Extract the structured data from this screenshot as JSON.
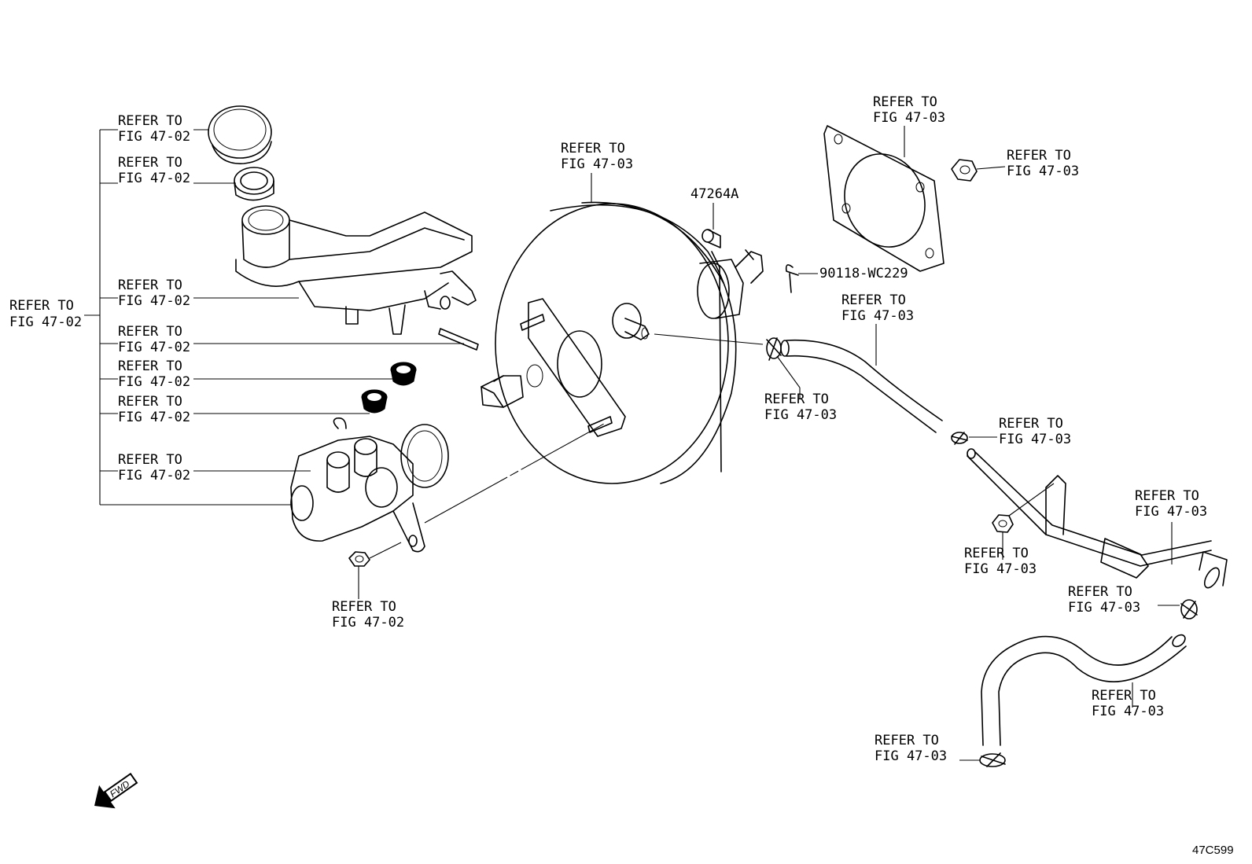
{
  "diagram_code": "47C599",
  "fwd_label": "FWD",
  "refer_line": "REFER TO",
  "labels": {
    "cap": "FIG 47-02",
    "strainer": "FIG 47-02",
    "reservoir": "FIG 47-02",
    "pin": "FIG 47-02",
    "grommet_1": "FIG 47-02",
    "grommet_2": "FIG 47-02",
    "master_cylinder": "FIG 47-02",
    "bracket_group": "FIG 47-02",
    "nut_mc": "FIG 47-02",
    "booster": "FIG 47-03",
    "gasket": "FIG 47-03",
    "nut_gasket": "FIG 47-03",
    "hose_upper": "FIG 47-03",
    "clip_check_valve": "FIG 47-03",
    "clip_hose_end": "FIG 47-03",
    "bracket_nut": "FIG 47-03",
    "pipe_end": "FIG 47-03",
    "clip_lower_top": "FIG 47-03",
    "hose_lower": "FIG 47-03",
    "clip_lower_bottom": "FIG 47-03"
  },
  "part_numbers": {
    "clevis_pin": "47264A",
    "clip": "90118-WC229"
  }
}
